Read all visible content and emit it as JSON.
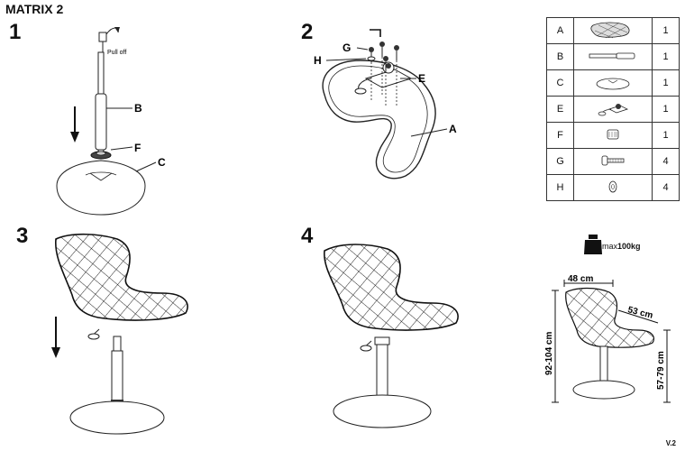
{
  "title": "MATRIX 2",
  "steps": [
    "1",
    "2",
    "3",
    "4"
  ],
  "step1": {
    "pull_off": "Pull off",
    "label_b": "B",
    "label_f": "F",
    "label_c": "C"
  },
  "step2": {
    "label_g": "G",
    "label_h": "H",
    "label_e": "E",
    "label_a": "A"
  },
  "parts": [
    {
      "id": "A",
      "icon": "seat-icon",
      "qty": "1"
    },
    {
      "id": "B",
      "icon": "gas-lift-icon",
      "qty": "1"
    },
    {
      "id": "C",
      "icon": "base-icon",
      "qty": "1"
    },
    {
      "id": "E",
      "icon": "mechanism-plate-icon",
      "qty": "1"
    },
    {
      "id": "F",
      "icon": "ring-icon",
      "qty": "1"
    },
    {
      "id": "G",
      "icon": "bolt-icon",
      "qty": "4"
    },
    {
      "id": "H",
      "icon": "washer-icon",
      "qty": "4"
    }
  ],
  "load": {
    "prefix": "max",
    "value": "100kg"
  },
  "dimensions": {
    "width": "48 cm",
    "depth": "53 cm",
    "height_total": "92-104 cm",
    "height_seat": "57-79 cm"
  },
  "version": "V.2"
}
